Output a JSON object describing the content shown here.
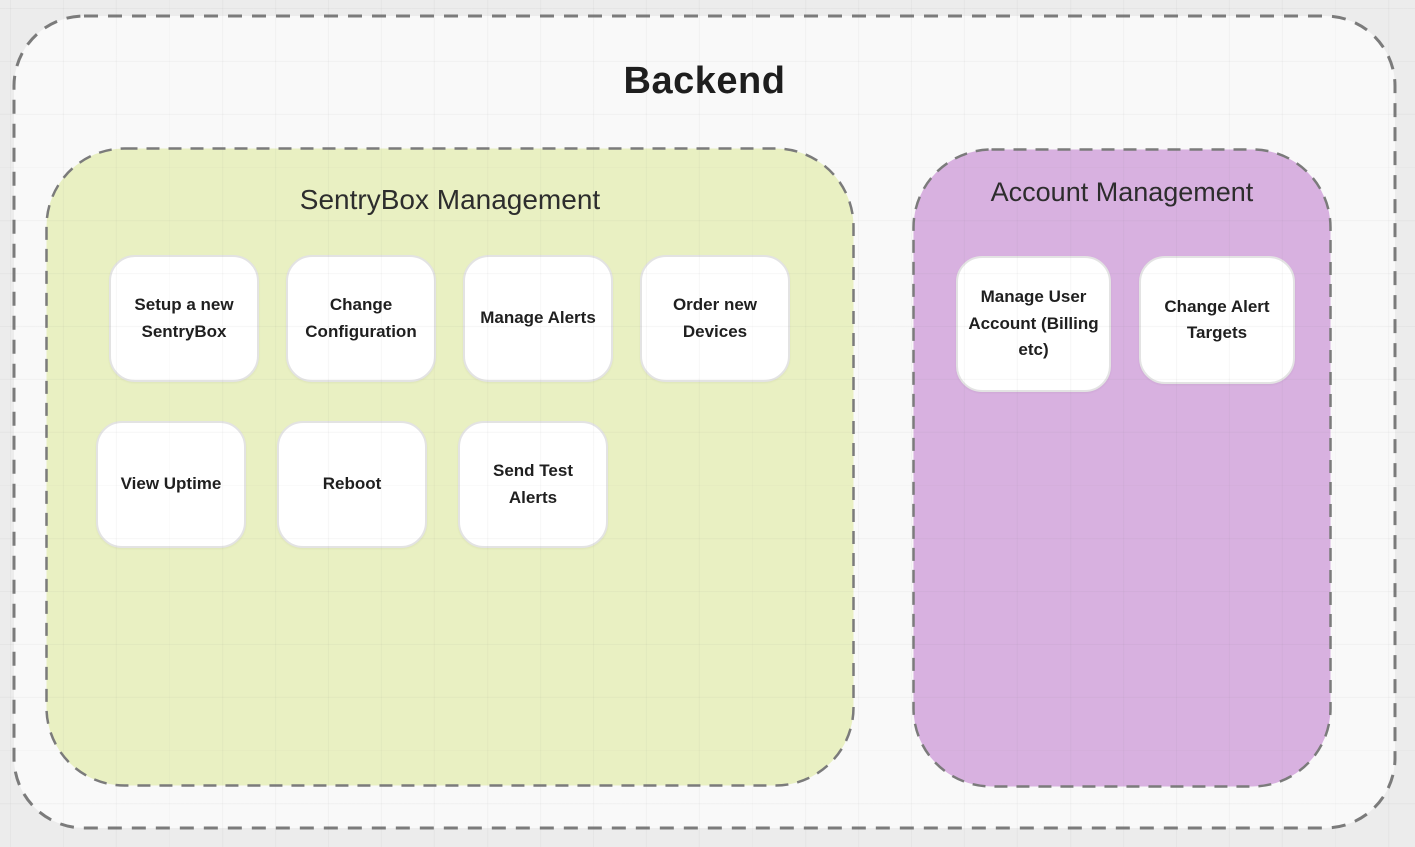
{
  "diagram": {
    "title": "Backend",
    "palette": {
      "page_background": "#ececec",
      "canvas_fill": "#f9f9f9",
      "dash_border": "#7b7b7b",
      "card_fill": "#ffffff",
      "sentrybox_fill": "#e9f0c2",
      "account_fill": "#d8b1e0",
      "text": "#1f1f1f"
    },
    "sections": [
      {
        "title": "SentryBox Management",
        "fill": "#e9f0c2",
        "rows": [
          [
            "Setup a new SentryBox",
            "Change Configuration",
            "Manage Alerts",
            "Order new Devices"
          ],
          [
            "View Uptime",
            "Reboot",
            "Send Test Alerts"
          ]
        ]
      },
      {
        "title": "Account Management",
        "fill": "#d8b1e0",
        "rows": [
          [
            "Manage User Account (Billing etc)",
            "Change Alert Targets"
          ]
        ]
      }
    ]
  }
}
